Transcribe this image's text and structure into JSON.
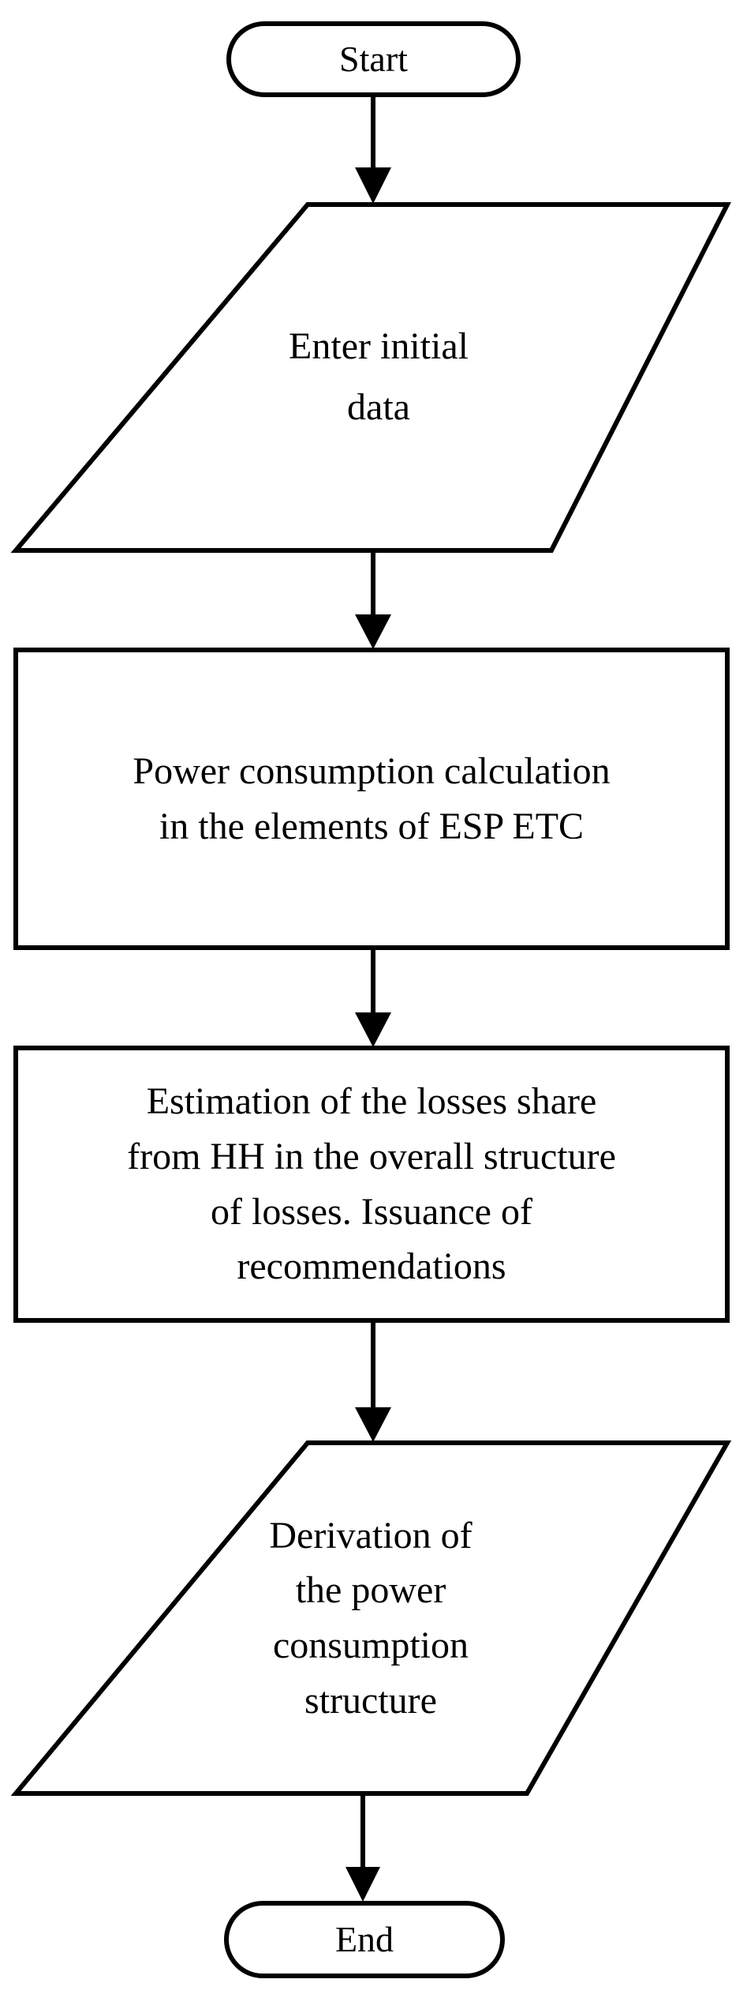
{
  "flowchart": {
    "stroke_color": "#000000",
    "fill_color": "#ffffff",
    "nodes": [
      {
        "id": "start",
        "shape": "terminator",
        "lines": [
          "Start"
        ]
      },
      {
        "id": "input",
        "shape": "parallelogram",
        "lines": [
          "Enter initial",
          "data"
        ]
      },
      {
        "id": "calc",
        "shape": "rectangle",
        "lines": [
          "Power consumption calculation",
          "in the elements of ESP ETC"
        ]
      },
      {
        "id": "estimate",
        "shape": "rectangle",
        "lines": [
          "Estimation of the losses share",
          "from HH in the overall structure",
          "of losses. Issuance of",
          "recommendations"
        ]
      },
      {
        "id": "output",
        "shape": "parallelogram",
        "lines": [
          "Derivation of",
          "the power",
          "consumption",
          "structure"
        ]
      },
      {
        "id": "end",
        "shape": "terminator",
        "lines": [
          "End"
        ]
      }
    ],
    "edges": [
      {
        "from": "start",
        "to": "input"
      },
      {
        "from": "input",
        "to": "calc"
      },
      {
        "from": "calc",
        "to": "estimate"
      },
      {
        "from": "estimate",
        "to": "output"
      },
      {
        "from": "output",
        "to": "end"
      }
    ]
  }
}
